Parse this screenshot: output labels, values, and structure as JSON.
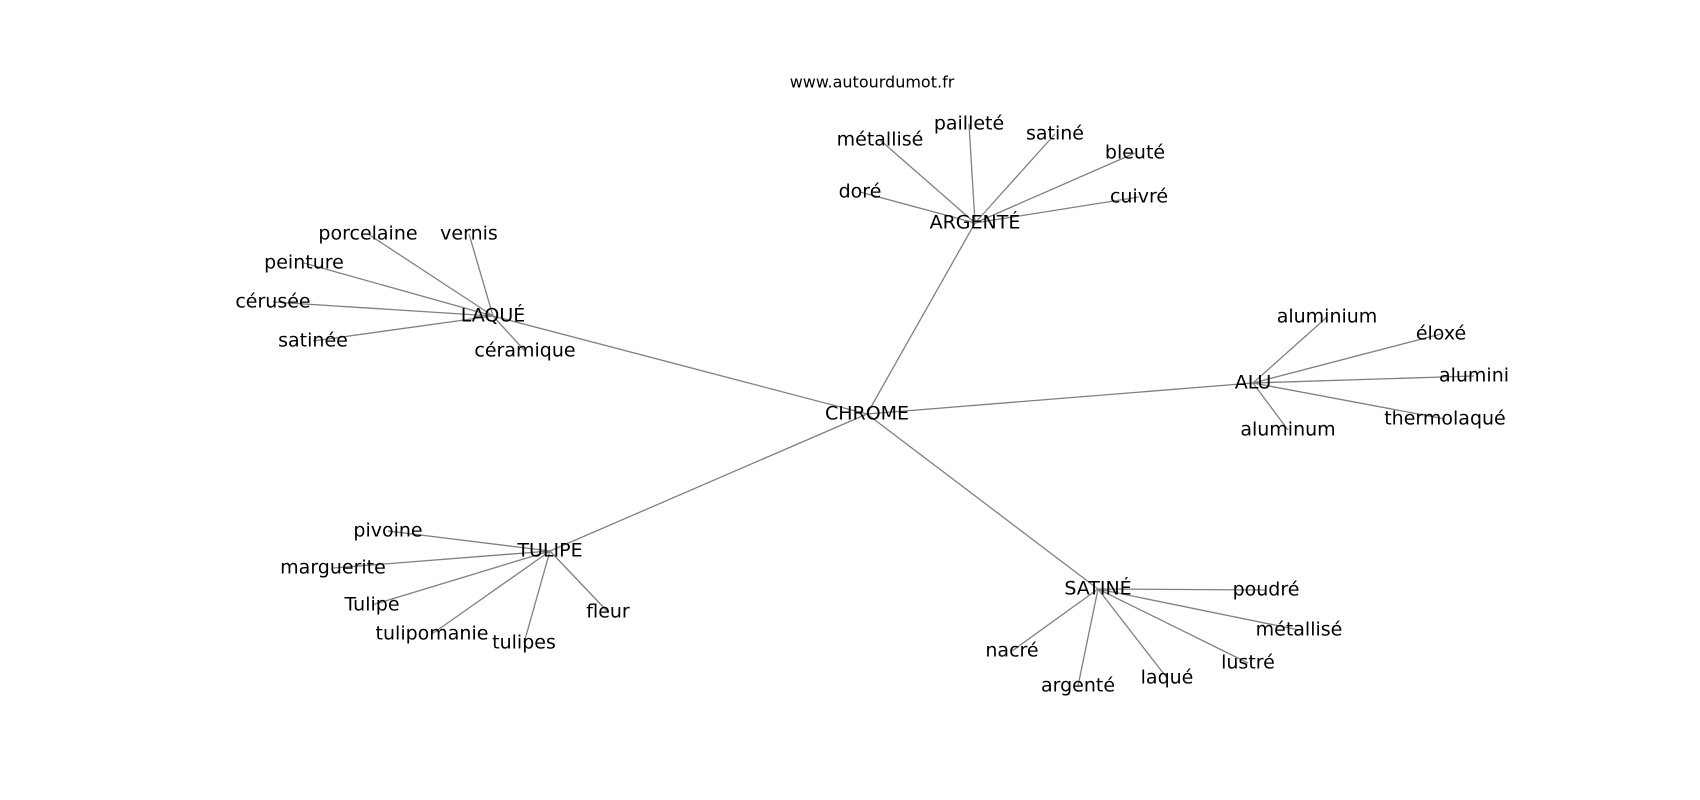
{
  "source": "www.autourdumot.fr",
  "center": "CHROME",
  "clusters": [
    {
      "id": "argente",
      "label": "ARGENTÉ",
      "leaves": [
        "métallisé",
        "pailleté",
        "satiné",
        "bleuté",
        "doré",
        "cuivré"
      ]
    },
    {
      "id": "laque",
      "label": "LAQUÉ",
      "leaves": [
        "porcelaine",
        "vernis",
        "peinture",
        "cérusée",
        "satinée",
        "céramique"
      ]
    },
    {
      "id": "alu",
      "label": "ALU",
      "leaves": [
        "aluminium",
        "éloxé",
        "alumini",
        "thermolaqué",
        "aluminum"
      ]
    },
    {
      "id": "tulipe",
      "label": "TULIPE",
      "leaves": [
        "pivoine",
        "marguerite",
        "Tulipe",
        "tulipomanie",
        "tulipes",
        "fleur"
      ]
    },
    {
      "id": "satine",
      "label": "SATINÉ",
      "leaves": [
        "poudré",
        "métallisé",
        "lustré",
        "laqué",
        "argenté",
        "nacré"
      ]
    }
  ]
}
